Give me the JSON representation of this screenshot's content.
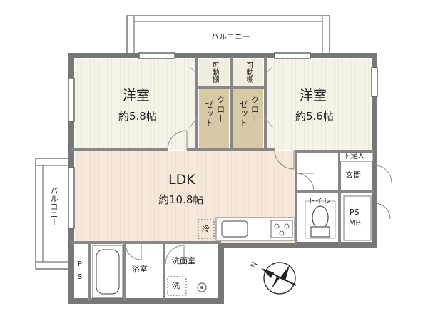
{
  "balcony_top": "バルコニー",
  "balcony_left": "バルコニー",
  "rooms": {
    "western1": {
      "name": "洋室",
      "size": "約5.8帖"
    },
    "western2": {
      "name": "洋室",
      "size": "約5.6帖"
    },
    "ldk": {
      "name": "LDK",
      "size": "約10.8帖"
    },
    "bath": {
      "name": "浴室"
    },
    "washroom": {
      "name": "洗面室"
    },
    "toilet": {
      "name": "トイレ"
    },
    "entrance": {
      "name": "玄関"
    },
    "shoe_storage": {
      "name": "下足入"
    }
  },
  "shelves": {
    "left": "可動棚",
    "right": "可動棚"
  },
  "closets": {
    "left_a": "ゼット",
    "left_b": "クロー",
    "right_a": "ゼット",
    "right_b": "クロー"
  },
  "fixtures": {
    "fridge": "冷",
    "washer": "洗",
    "ps_left": "PS",
    "ps_right": "PS",
    "mb": "MB"
  },
  "compass": {
    "north": "N"
  }
}
